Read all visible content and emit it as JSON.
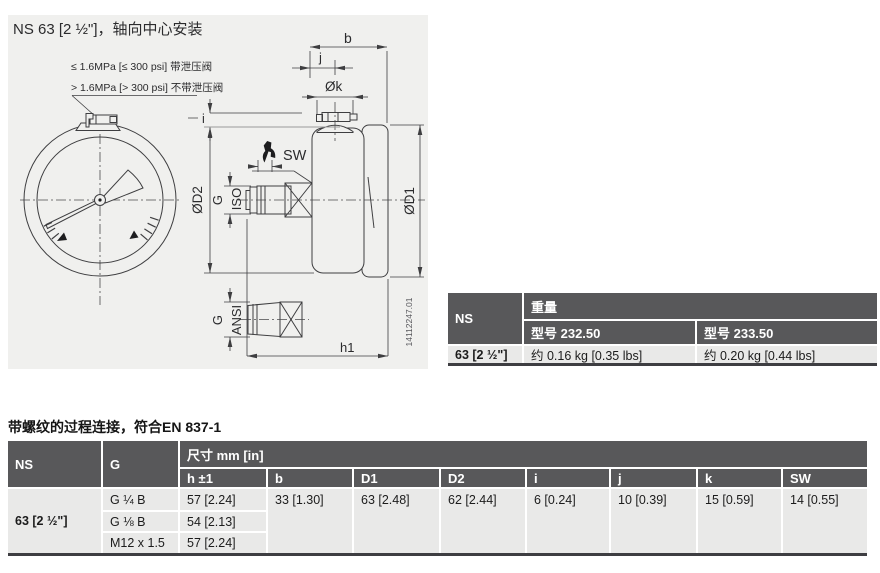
{
  "drawing": {
    "title": "NS 63 [2 ½\"]，轴向中心安装",
    "note_line1": "≤ 1.6MPa [≤ 300 psi] 带泄压阀",
    "note_line2": "> 1.6MPa [> 300 psi] 不带泄压阀",
    "labels": {
      "b": "b",
      "j": "j",
      "k": "Øk",
      "i": "i",
      "sw": "SW",
      "g_iso": "G",
      "iso": "ISO",
      "d2": "ØD2",
      "d1": "ØD1",
      "g_ansi": "G",
      "ansi": "ANSI",
      "h1": "h1"
    },
    "drawing_number": "14112247.01"
  },
  "weight_table": {
    "col_ns": "NS",
    "col_weight": "重量",
    "col_model_1": "型号 232.50",
    "col_model_2": "型号 233.50",
    "row": {
      "ns": "63 [2 ½\"]",
      "model_1": "约 0.16 kg [0.35 lbs]",
      "model_2": "约 0.20 kg [0.44 lbs]"
    }
  },
  "dim_section": {
    "title": "带螺纹的过程连接，符合EN 837-1",
    "table": {
      "col_ns": "NS",
      "col_g": "G",
      "col_dim": "尺寸 mm [in]",
      "sub_cols": [
        "h ±1",
        "b",
        "D1",
        "D2",
        "i",
        "j",
        "k",
        "SW"
      ],
      "ns": "63 [2 ½\"]",
      "g_rows": [
        {
          "g": "G ¼ B",
          "h": "57 [2.24]"
        },
        {
          "g": "G ⅛ B",
          "h": "54 [2.13]"
        },
        {
          "g": "M12 x 1.5",
          "h": "57 [2.24]"
        }
      ],
      "shared": {
        "b": "33 [1.30]",
        "d1": "63 [2.48]",
        "d2": "62 [2.44]",
        "i": "6 [0.24]",
        "j": "10 [0.39]",
        "k": "15 [0.59]",
        "sw": "14 [0.55]"
      }
    }
  },
  "colors": {
    "header_bg": "#58585a",
    "row_bg": "#e9e9e8",
    "panel_bg": "#f0f0ee",
    "bottom_border": "#3e3e42"
  }
}
